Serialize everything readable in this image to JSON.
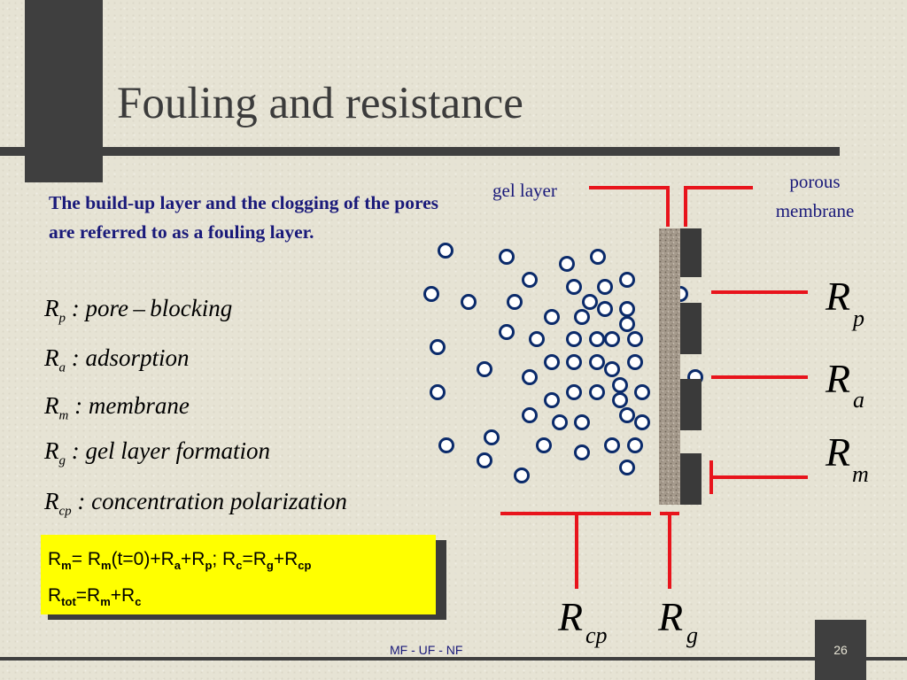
{
  "title": "Fouling and resistance",
  "intro": "The build-up layer and the clogging of the pores are referred to as a fouling layer.",
  "definitions": [
    {
      "symbol": "R",
      "sub": "p",
      "desc": ": pore – blocking"
    },
    {
      "symbol": "R",
      "sub": "a",
      "desc": ": adsorption"
    },
    {
      "symbol": "R",
      "sub": "m",
      "desc": ": membrane"
    },
    {
      "symbol": "R",
      "sub": "g",
      "desc": ": gel layer  formation"
    },
    {
      "symbol": "R",
      "sub": "cp",
      "desc": ": concentration polarization"
    }
  ],
  "formula": {
    "l1": [
      "R",
      "m",
      "= R",
      "m",
      "(t=0)+R",
      "a",
      "+R",
      "p",
      ";  R",
      "c",
      "=R",
      "g",
      "+R",
      "cp"
    ],
    "l2": [
      "R",
      "tot",
      "=R",
      "m",
      "+R",
      "c"
    ]
  },
  "diagram": {
    "gel_layer_label": "gel layer",
    "porous_label_1": "porous",
    "porous_label_2": "membrane",
    "resistances": [
      {
        "symbol": "R",
        "sub": "p"
      },
      {
        "symbol": "R",
        "sub": "a"
      },
      {
        "symbol": "R",
        "sub": "m"
      },
      {
        "symbol": "R",
        "sub": "cp"
      },
      {
        "symbol": "R",
        "sub": "g"
      }
    ],
    "colors": {
      "lines": "#e8141c",
      "particles": "#0a2a6a",
      "membrane": "#3a3a3a",
      "gel": "#a59a8c"
    }
  },
  "footer": {
    "text": "MF - UF - NF",
    "page": "26"
  }
}
